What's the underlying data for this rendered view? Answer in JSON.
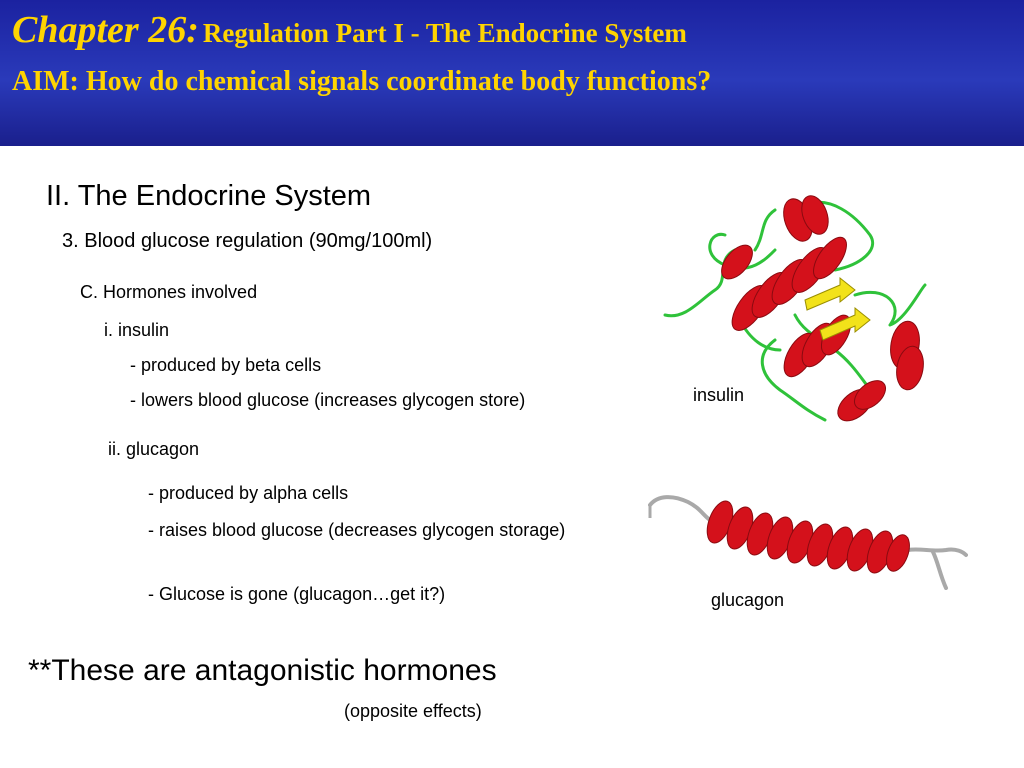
{
  "header": {
    "chapter_label": "Chapter 26:",
    "chapter_subtitle": "Regulation Part I - The Endocrine System",
    "aim": "AIM: How do chemical signals coordinate body functions?",
    "text_color": "#ffd400",
    "background_color": "#2a3aba"
  },
  "content": {
    "section_title": "II. The Endocrine System",
    "subsection": "3. Blood glucose regulation (90mg/100ml)",
    "subsub": "C. Hormones involved",
    "insulin": {
      "heading": "i. insulin",
      "bullets": [
        "- produced by beta cells",
        "- lowers blood glucose (increases glycogen store)"
      ]
    },
    "glucagon": {
      "heading": "ii. glucagon",
      "bullets": [
        "- produced by alpha cells",
        "- raises blood glucose (decreases glycogen storage)",
        "- Glucose is gone (glucagon…get it?)"
      ]
    }
  },
  "figures": {
    "insulin_caption": "insulin",
    "glucagon_caption": "glucagon",
    "helix_color": "#d4111b",
    "strand_color": "#f2e21a",
    "loop_color": "#2fc23a",
    "tail_color": "#a9a9a9"
  },
  "footer": {
    "note": "**These are antagonistic hormones",
    "parenthetical": "(opposite effects)"
  }
}
